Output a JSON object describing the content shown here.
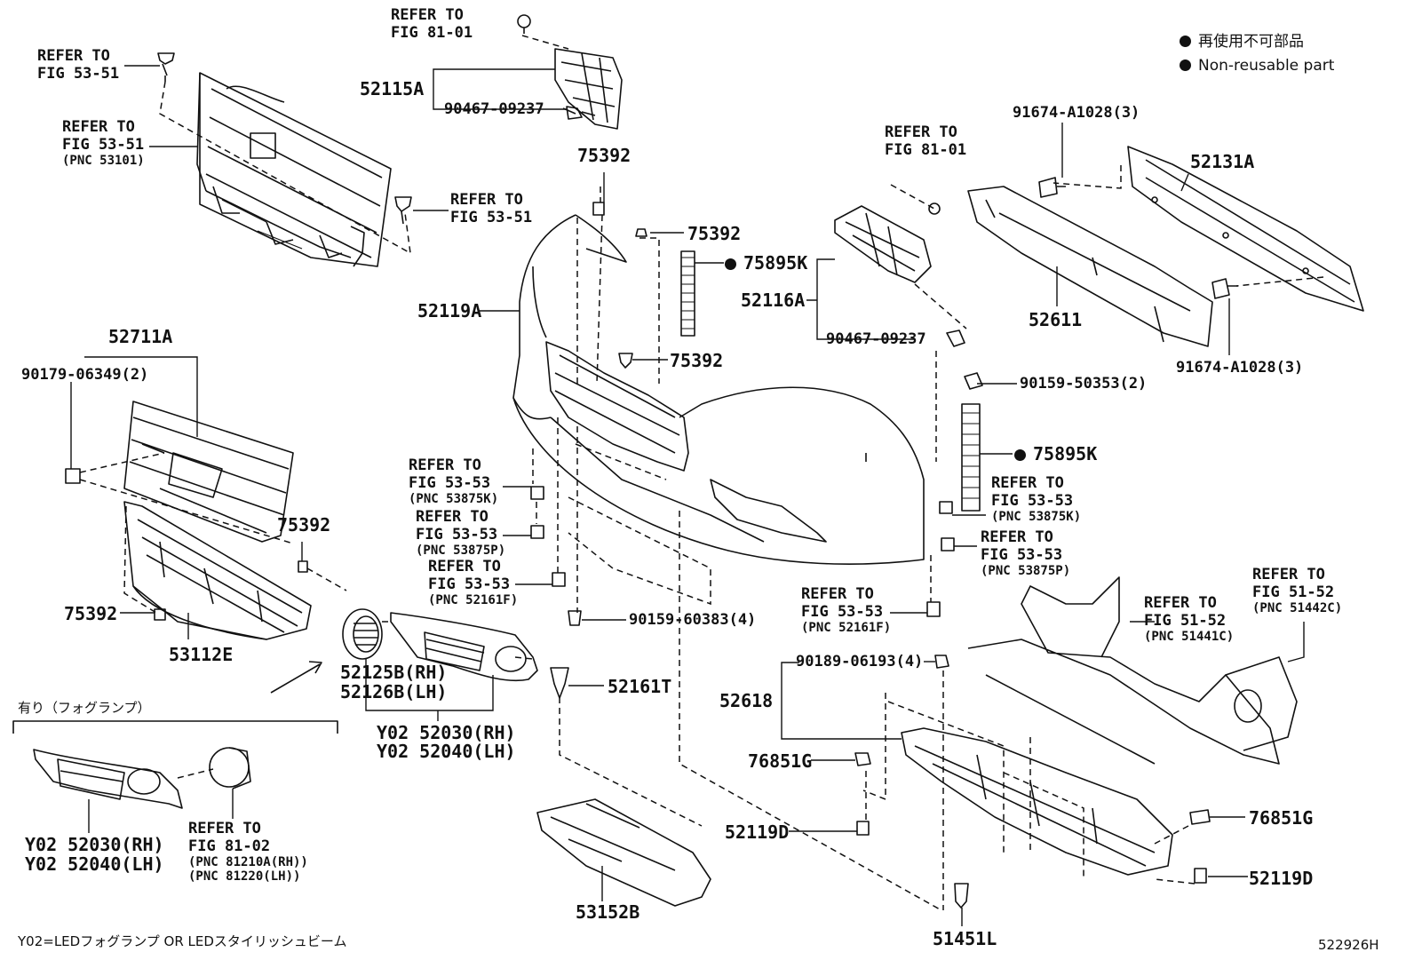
{
  "legend": {
    "jp": "再使用不可部品",
    "en": "Non-reusable part"
  },
  "refs": {
    "r1": {
      "l1": "REFER TO",
      "l2": "FIG 53-51"
    },
    "r2": {
      "l1": "REFER TO",
      "l2": "FIG 53-51",
      "l3": "(PNC 53101)"
    },
    "r3": {
      "l1": "REFER TO",
      "l2": "FIG 81-01"
    },
    "r4": {
      "l1": "REFER TO",
      "l2": "FIG 53-51"
    },
    "r5": {
      "l1": "REFER TO",
      "l2": "FIG 81-01"
    },
    "r6": {
      "l1": "REFER TO",
      "l2": "FIG 53-53",
      "l3": "(PNC 53875K)"
    },
    "r7": {
      "l1": "REFER TO",
      "l2": "FIG 53-53",
      "l3": "(PNC 53875P)"
    },
    "r8": {
      "l1": "REFER TO",
      "l2": "FIG 53-53",
      "l3": "(PNC 52161F)"
    },
    "r9": {
      "l1": "REFER TO",
      "l2": "FIG 53-53",
      "l3": "(PNC 53875K)"
    },
    "r10": {
      "l1": "REFER TO",
      "l2": "FIG 53-53",
      "l3": "(PNC 53875P)"
    },
    "r11": {
      "l1": "REFER TO",
      "l2": "FIG 53-53",
      "l3": "(PNC 52161F)"
    },
    "r12": {
      "l1": "REFER TO",
      "l2": "FIG 51-52",
      "l3": "(PNC 51441C)"
    },
    "r13": {
      "l1": "REFER TO",
      "l2": "FIG 51-52",
      "l3": "(PNC 51442C)"
    },
    "r14": {
      "l1": "REFER TO",
      "l2": "FIG 81-02",
      "l3": "(PNC 81210A(RH))",
      "l4": "(PNC 81220(LH))"
    }
  },
  "parts": {
    "p52115A": "52115A",
    "p90467a": "90467-09237",
    "p75392a": "75392",
    "p75392b": "75392",
    "p75895Ka": "75895K",
    "p75392c": "75392",
    "p52119A": "52119A",
    "p52116A": "52116A",
    "p90467b": "90467-09237",
    "p91674a": "91674-A1028(3)",
    "p52131A": "52131A",
    "p52611": "52611",
    "p91674b": "91674-A1028(3)",
    "p90159a": "90159-50353(2)",
    "p75895Kb": "75895K",
    "p52711A": "52711A",
    "p90179": "90179-06349(2)",
    "p75392d": "75392",
    "p75392e": "75392",
    "p53112E": "53112E",
    "p52125B": "52125B(RH)",
    "p52126B": "52126B(LH)",
    "p90159b": "90159-60383(4)",
    "p52161T": "52161T",
    "p52030a": "Y02 52030(RH)",
    "p52040a": "Y02 52040(LH)",
    "p90189": "90189-06193(4)",
    "p52618": "52618",
    "p76851Ga": "76851G",
    "p52119Da": "52119D",
    "p76851Gb": "76851G",
    "p52119Db": "52119D",
    "p53152B": "53152B",
    "p51451L": "51451L",
    "p52030b": "Y02  52030(RH)",
    "p52040b": "Y02  52040(LH)"
  },
  "fog_section": "有り（フォグランプ）",
  "footnote": "Y02=LEDフォグランプ OR LEDスタイリッシュビーム",
  "diagram_id": "522926H"
}
